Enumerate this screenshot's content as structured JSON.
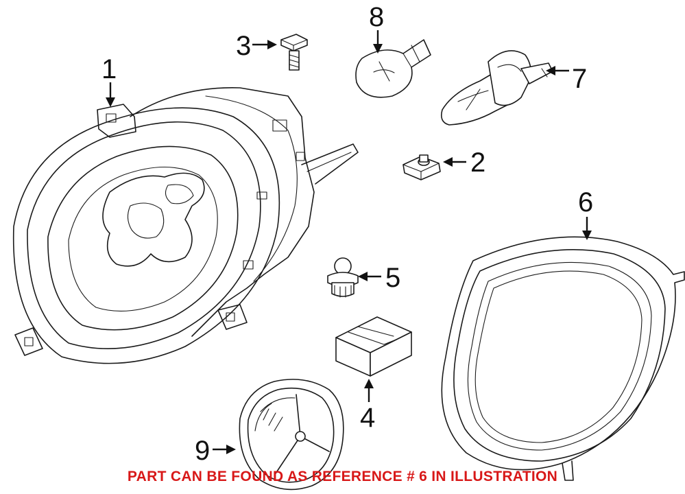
{
  "callouts": [
    {
      "id": "1",
      "label": "1"
    },
    {
      "id": "2",
      "label": "2"
    },
    {
      "id": "3",
      "label": "3"
    },
    {
      "id": "4",
      "label": "4"
    },
    {
      "id": "5",
      "label": "5"
    },
    {
      "id": "6",
      "label": "6"
    },
    {
      "id": "7",
      "label": "7"
    },
    {
      "id": "8",
      "label": "8"
    },
    {
      "id": "9",
      "label": "9"
    }
  ],
  "caption": "PART CAN BE FOUND AS REFERENCE # 6 IN ILLUSTRATION",
  "colors": {
    "caption": "#d81818",
    "line": "#1a1a1a",
    "background": "#ffffff"
  }
}
